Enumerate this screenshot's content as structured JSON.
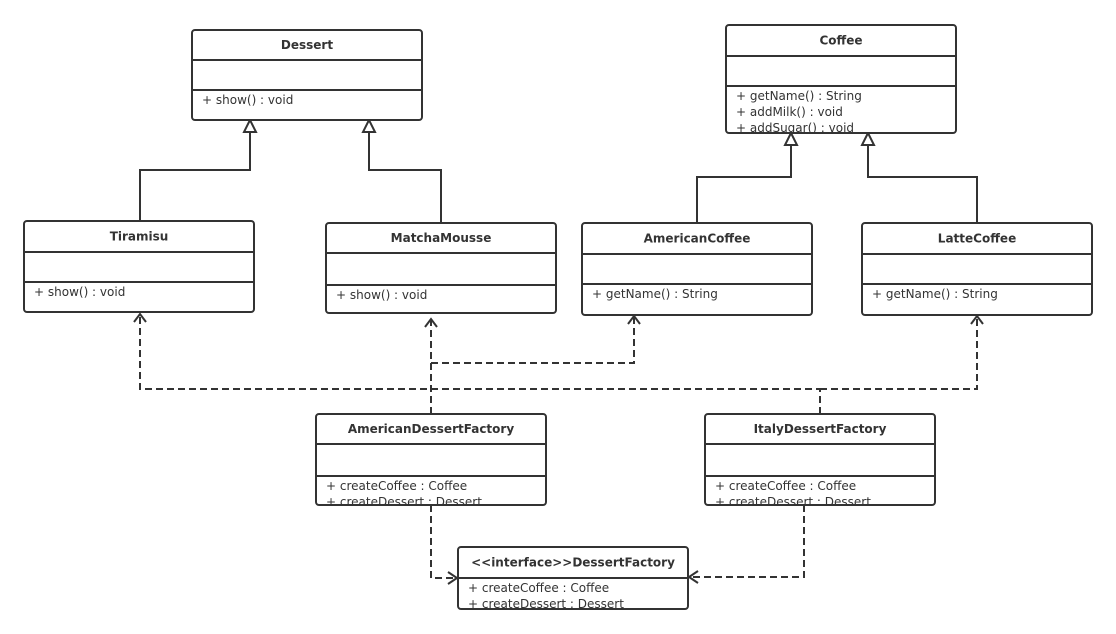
{
  "classes": {
    "dessert": {
      "name": "Dessert",
      "methods": [
        "+ show() : void"
      ]
    },
    "coffee": {
      "name": "Coffee",
      "methods": [
        "+ getName() : String",
        "+ addMilk() : void",
        "+ addSugar() : void"
      ]
    },
    "tiramisu": {
      "name": "Tiramisu",
      "methods": [
        "+ show() : void"
      ]
    },
    "matcha_mousse": {
      "name": "MatchaMousse",
      "methods": [
        "+ show() : void"
      ]
    },
    "american_coffee": {
      "name": "AmericanCoffee",
      "methods": [
        "+ getName() : String"
      ]
    },
    "latte_coffee": {
      "name": "LatteCoffee",
      "methods": [
        "+ getName() : String"
      ]
    },
    "american_dessert_factory": {
      "name": "AmericanDessertFactory",
      "methods": [
        "+ createCoffee : Coffee",
        "+ createDessert : Dessert"
      ]
    },
    "italy_dessert_factory": {
      "name": "ItalyDessertFactory",
      "methods": [
        "+ createCoffee : Coffee",
        "+ createDessert : Dessert"
      ]
    },
    "dessert_factory": {
      "name": "<<interface>>DessertFactory",
      "methods": [
        "+ createCoffee : Coffee",
        "+ createDessert : Dessert"
      ]
    }
  },
  "relationships": [
    {
      "type": "generalization",
      "from": "Tiramisu",
      "to": "Dessert"
    },
    {
      "type": "generalization",
      "from": "MatchaMousse",
      "to": "Dessert"
    },
    {
      "type": "generalization",
      "from": "AmericanCoffee",
      "to": "Coffee"
    },
    {
      "type": "generalization",
      "from": "LatteCoffee",
      "to": "Coffee"
    },
    {
      "type": "dependency",
      "from": "AmericanDessertFactory",
      "to": "MatchaMousse"
    },
    {
      "type": "dependency",
      "from": "AmericanDessertFactory",
      "to": "AmericanCoffee"
    },
    {
      "type": "dependency",
      "from": "ItalyDessertFactory",
      "to": "Tiramisu"
    },
    {
      "type": "dependency",
      "from": "ItalyDessertFactory",
      "to": "LatteCoffee"
    },
    {
      "type": "realization",
      "from": "AmericanDessertFactory",
      "to": "<<interface>>DessertFactory"
    },
    {
      "type": "realization",
      "from": "ItalyDessertFactory",
      "to": "<<interface>>DessertFactory"
    }
  ]
}
